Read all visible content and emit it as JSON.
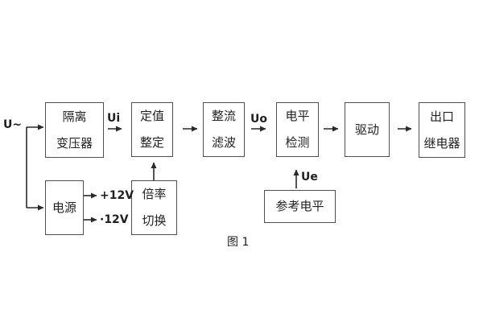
{
  "figure": {
    "caption": "图 1"
  },
  "labels": {
    "source": "U~",
    "ui": "Ui",
    "uo": "Uo",
    "ue": "Ue",
    "rail_pos": "+12V",
    "rail_neg": "·12V"
  },
  "blocks": {
    "isolation_transformer": {
      "line1": "隔离",
      "line2": "变压器"
    },
    "value_setting": {
      "line1": "定值",
      "line2": "整定"
    },
    "rectify_filter": {
      "line1": "整流",
      "line2": "滤波"
    },
    "level_detection": {
      "line1": "电平",
      "line2": "检测"
    },
    "driver": {
      "label": "驱动"
    },
    "output_relay": {
      "line1": "出口",
      "line2": "继电器"
    },
    "power_supply": {
      "label": "电源"
    },
    "ratio_switching": {
      "line1": "倍率",
      "line2": "切换"
    },
    "reference_level": {
      "label": "参考电平"
    }
  },
  "colors": {
    "background": "#ffffff",
    "box_border": "#4f4f4f",
    "flow_line": "#2a2a2a",
    "text": "#1f1f1f"
  }
}
